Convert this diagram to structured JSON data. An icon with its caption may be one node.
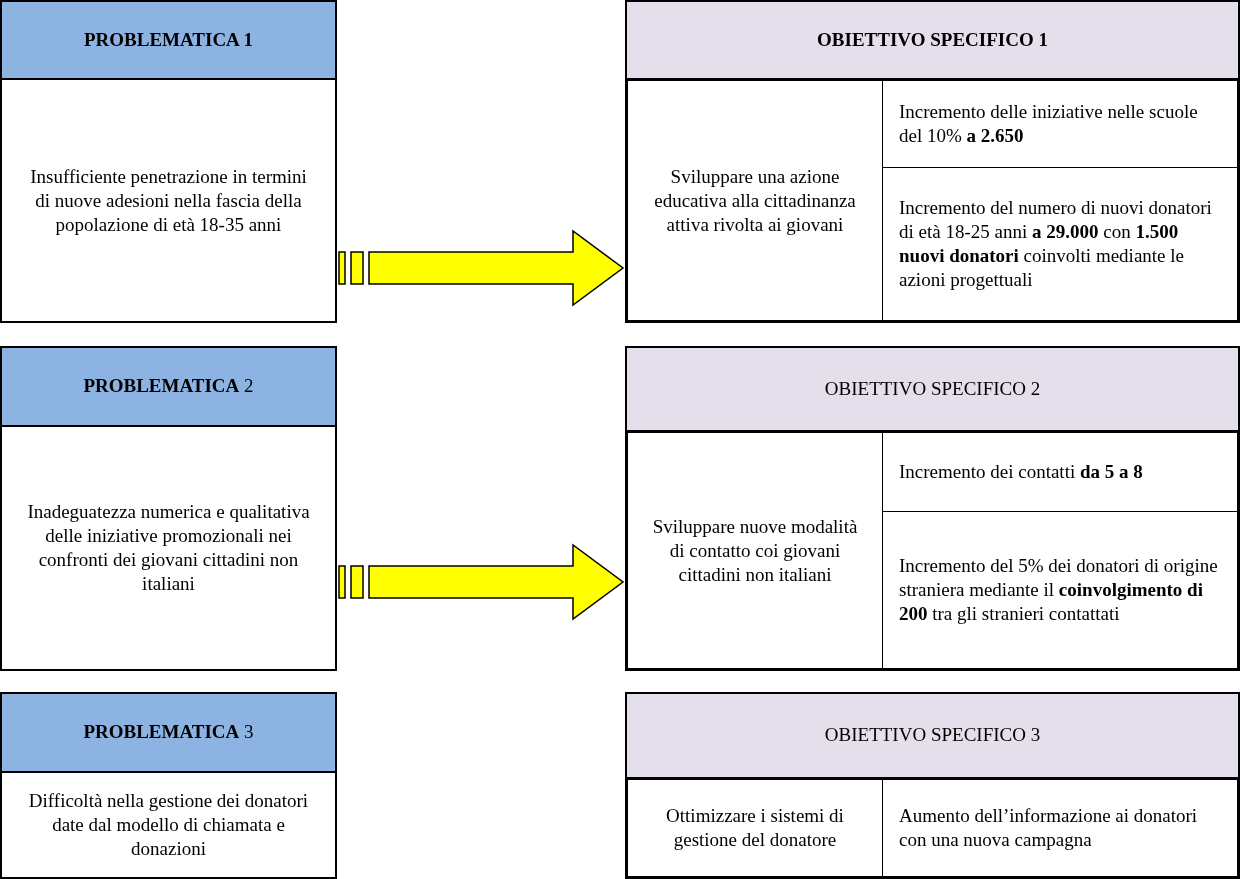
{
  "diagram": {
    "nodes": [
      {
        "text": [
          "**PROBLEMATICA 1**",
          "Insufficiente penetrazione in termini di nuove adesioni nella fascia della popolazione di età 18-35 anni"
        ]
      },
      {
        "text": [
          "**OBIETTIVO SPECIFICO 1**"
        ]
      },
      {
        "text": [
          "Sviluppare una azione educativa alla cittadinanza attiva rivolta ai giovani"
        ],
        "in": 1
      },
      {
        "text": [
          "Incremento delle iniziative nelle scuole del 10% **a 2.650**"
        ],
        "in": 1
      },
      {
        "text": [
          "Incremento del numero di nuovi donatori di età 18-25 anni **a 29.000** con **1.500 nuovi donatori** coinvolti  mediante le azioni progettuali"
        ],
        "in": 1
      },
      {
        "text": [
          "**PROBLEMATICA** 2",
          "Inadeguatezza numerica e qualitativa delle  iniziative promozionali nei confronti dei giovani cittadini non italiani"
        ]
      },
      {
        "text": [
          "OBIETTIVO SPECIFICO 2"
        ]
      },
      {
        "text": [
          "Sviluppare nuove modalità di contatto coi giovani cittadini non italiani"
        ],
        "in": 6
      },
      {
        "text": [
          "Incremento dei contatti **da 5 a 8**"
        ],
        "in": 6
      },
      {
        "text": [
          "Incremento del  5% dei donatori di origine straniera mediante il **coinvolgimento di 200** tra gli stranieri contattati"
        ],
        "in": 6
      },
      {
        "text": [
          "**PROBLEMATICA** 3",
          "Difficoltà nella gestione dei donatori date dal modello di chiamata e donazioni"
        ]
      },
      {
        "text": [
          "OBIETTIVO SPECIFICO 3"
        ]
      },
      {
        "text": [
          "Ottimizzare i sistemi di gestione del donatore"
        ],
        "in": 11
      },
      {
        "text": [
          "Aumento dell’informazione ai donatori con una nuova campagna"
        ],
        "in": 11
      }
    ],
    "edges": [
      {
        "from": 0,
        "to": 1,
        "arrow": "to"
      },
      {
        "from": 5,
        "to": 6,
        "arrow": "to"
      }
    ]
  }
}
